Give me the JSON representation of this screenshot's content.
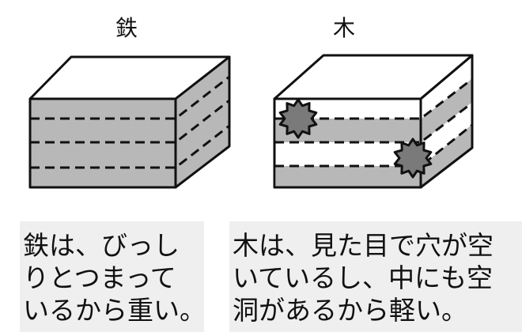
{
  "panels": [
    {
      "title": "鉄",
      "caption_lines": [
        "鉄は、びっし",
        "りとつまって",
        "いるから重い。"
      ]
    },
    {
      "title": "木",
      "caption_lines": [
        "木は、見た目で穴が空",
        "いているし、中にも空",
        "洞があるから軽い。"
      ]
    }
  ],
  "colors": {
    "band": "#b8b8b8",
    "hole": "#7a7a7a",
    "line": "#111111",
    "caption_bg": "#efefef"
  }
}
